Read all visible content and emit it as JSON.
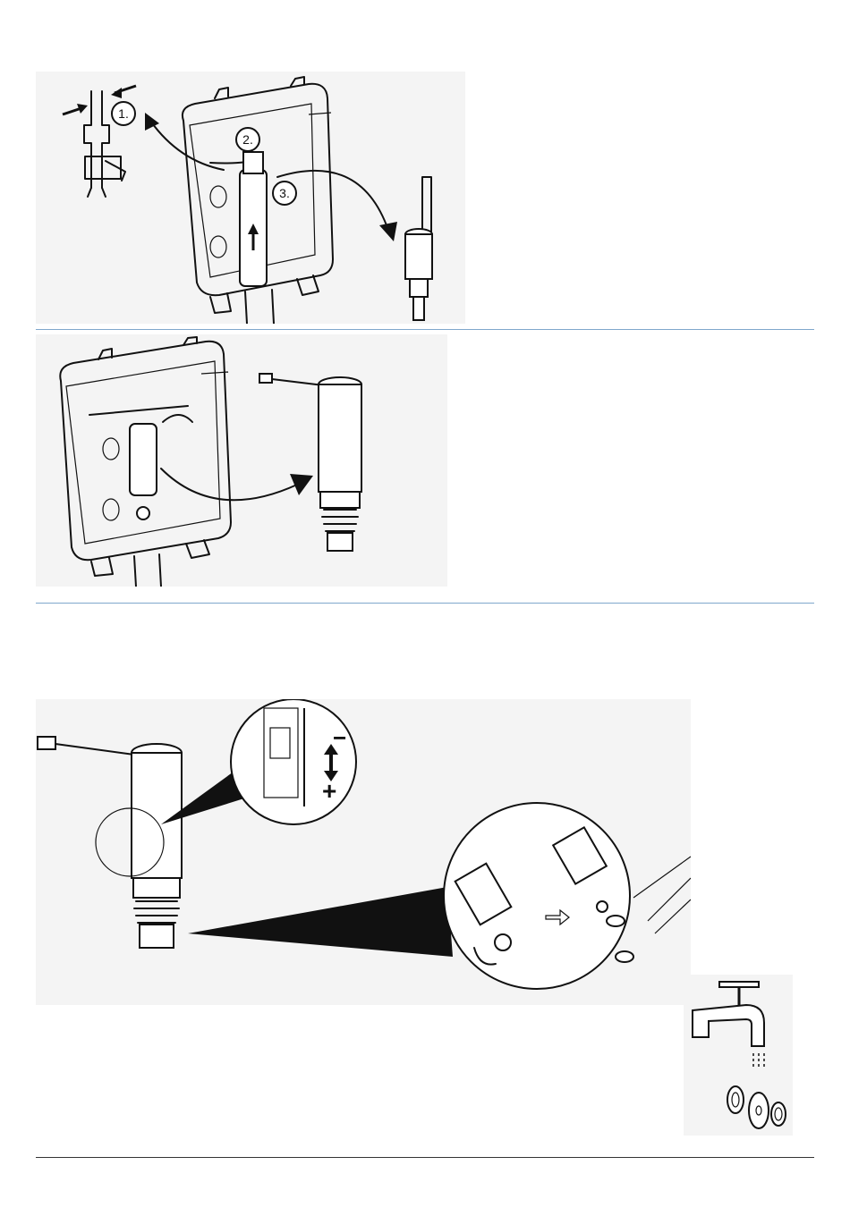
{
  "steps": {
    "one": "1.",
    "two": "2.",
    "three": "3."
  },
  "symbols": {
    "minus": "−",
    "plus": "+"
  },
  "icons": [
    "double-arrow-icon",
    "outline-arrow-right-icon",
    "rotate-arrow-icon",
    "tap-icon"
  ],
  "colors": {
    "divider": "#7fa7cc",
    "bottom_rule": "#333333",
    "panel_bg": "#f4f4f4"
  }
}
